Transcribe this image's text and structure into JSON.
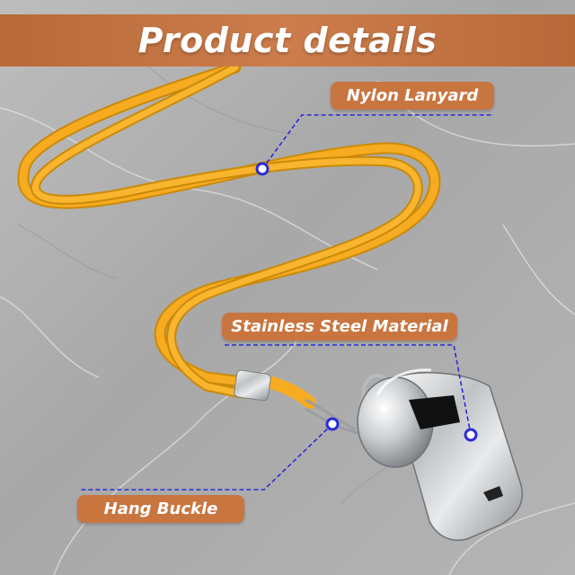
{
  "banner": {
    "title": "Product details"
  },
  "callouts": {
    "nylon": "Nylon Lanyard",
    "steel": "Stainless Steel Material",
    "hang": "Hang Buckle"
  },
  "colors": {
    "banner": "#c47340",
    "label_pill": "#c97540",
    "lanyard": "#f5a81c",
    "marker": "#2b2bd6",
    "background_marble": "#a9a9a9"
  }
}
